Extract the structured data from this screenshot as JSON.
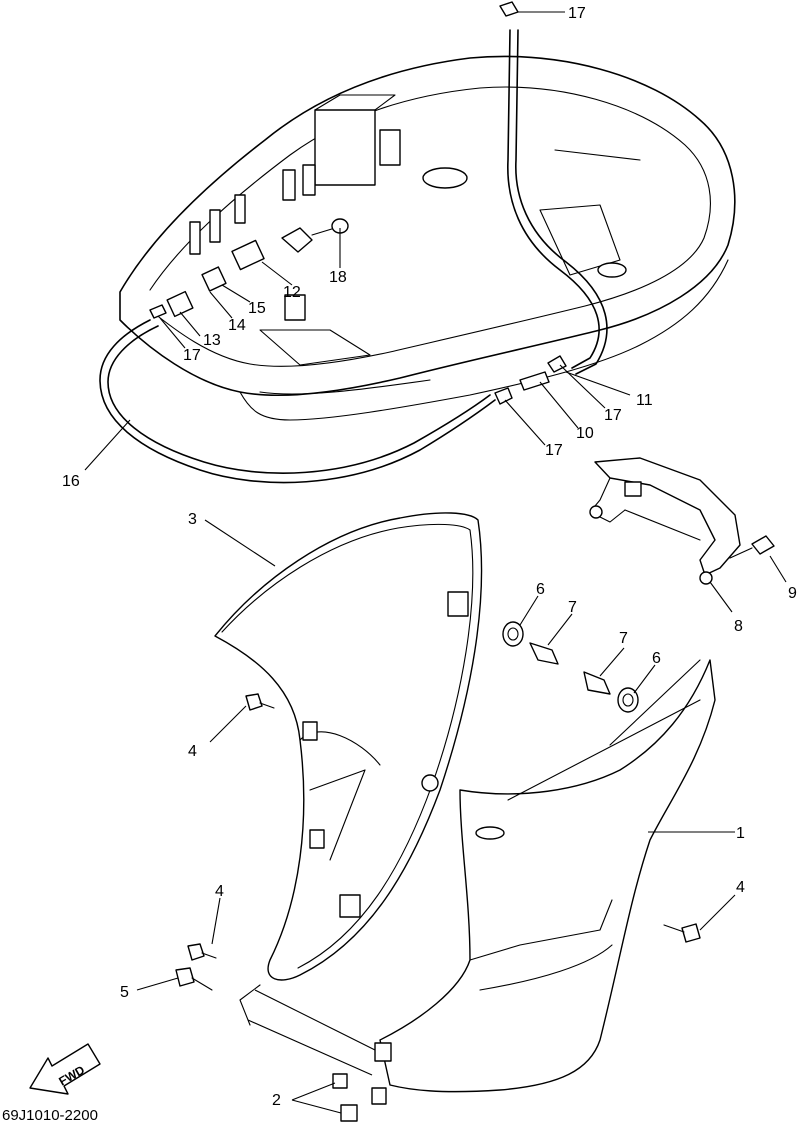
{
  "diagram_code": "69J1010-2200",
  "fwd_label": "FWD",
  "callouts": {
    "c1": "1",
    "c2": "2",
    "c3": "3",
    "c4a": "4",
    "c4b": "4",
    "c4c": "4",
    "c5": "5",
    "c6a": "6",
    "c6b": "6",
    "c7a": "7",
    "c7b": "7",
    "c8": "8",
    "c9": "9",
    "c10": "10",
    "c11": "11",
    "c12": "12",
    "c13": "13",
    "c14": "14",
    "c15": "15",
    "c16": "16",
    "c17a": "17",
    "c17b": "17",
    "c17c": "17",
    "c17d": "17",
    "c18": "18"
  }
}
